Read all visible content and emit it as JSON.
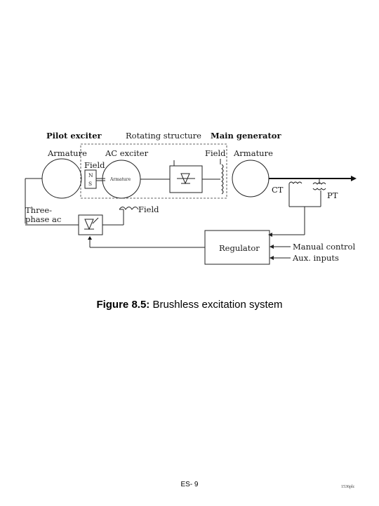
{
  "diagram": {
    "pilot_exciter": "Pilot exciter",
    "rotating_structure": "Rotating structure",
    "main_generator": "Main generator",
    "armature_left": "Armature",
    "ac_exciter": "AC exciter",
    "field_top": "Field",
    "armature_right": "Armature",
    "field_magnet": "Field",
    "magnet_n": "N",
    "magnet_s": "S",
    "armature_inner": "Armature",
    "ct": "CT",
    "pt": "PT",
    "three_phase_1": "Three-",
    "three_phase_2": "phase ac",
    "field_bottom": "Field",
    "regulator": "Regulator",
    "manual_control": "Manual control",
    "aux_inputs": "Aux. inputs"
  },
  "caption": {
    "label": "Figure 8.5:",
    "text": "Brushless excitation system"
  },
  "footer": {
    "page": "ES- 9",
    "code": "1536plc"
  }
}
